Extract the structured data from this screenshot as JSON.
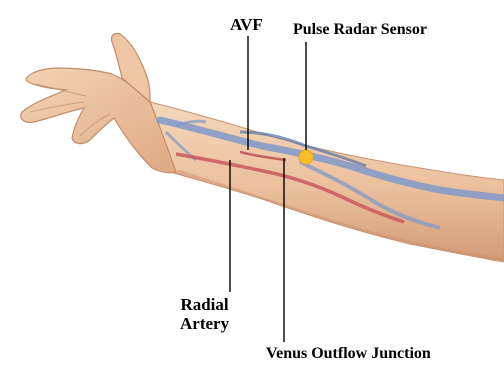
{
  "labels": {
    "avf": "AVF",
    "sensor": "Pulse Radar Sensor",
    "radial_line1": "Radial",
    "radial_line2": "Artery",
    "venus": "Venus Outflow Junction"
  },
  "colors": {
    "skin_light": "#f2d2b4",
    "skin_mid": "#e7b892",
    "skin_shadow": "#c98f6d",
    "vein": "#7f99c9",
    "vein_dark": "#5c79aa",
    "artery": "#c9585e",
    "sensor": "#f9c02a",
    "leader": "#000000"
  }
}
